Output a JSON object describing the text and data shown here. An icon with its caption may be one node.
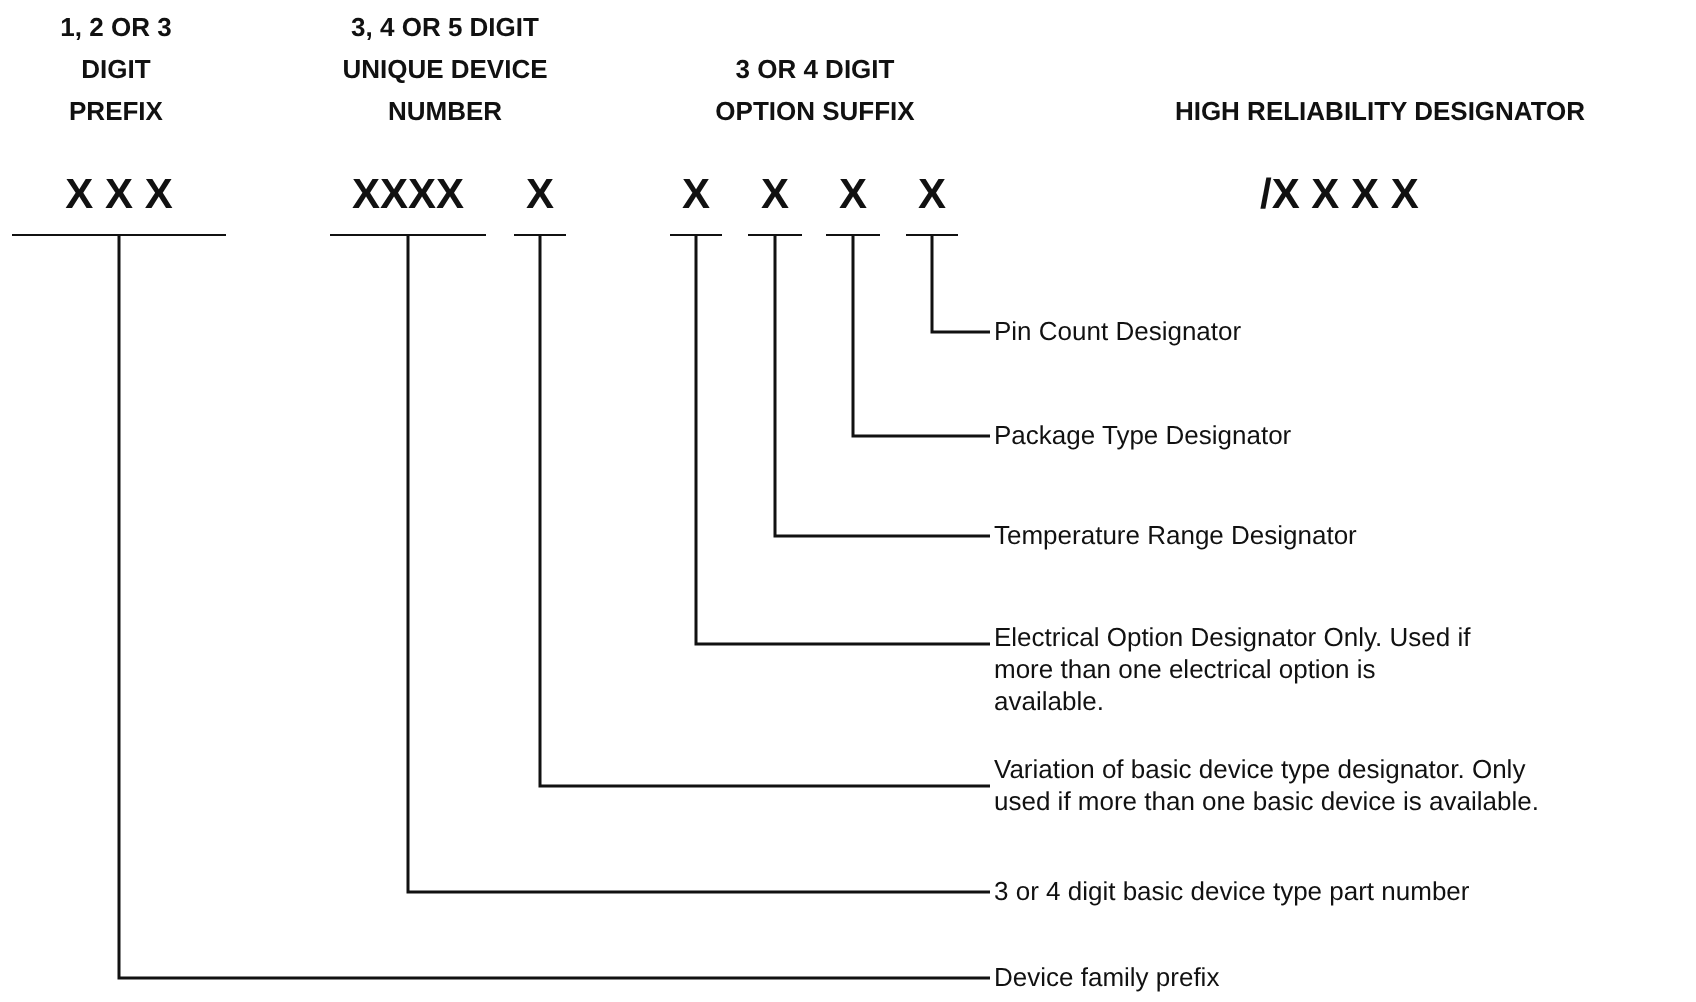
{
  "diagram": {
    "nodes": [
      {
        "text": [
          "X X X"
        ]
      },
      {
        "text": [
          "XXXX"
        ]
      },
      {
        "text": [
          "X"
        ]
      },
      {
        "text": [
          "X"
        ]
      },
      {
        "text": [
          "X"
        ]
      },
      {
        "text": [
          "X"
        ]
      },
      {
        "text": [
          "X"
        ]
      },
      {
        "text": [
          "Pin Count Designator"
        ]
      },
      {
        "text": [
          "Package Type Designator"
        ]
      },
      {
        "text": [
          "Temperature Range Designator"
        ]
      },
      {
        "text": [
          "Electrical Option Designator Only. Used if more than one electrical option is available."
        ]
      },
      {
        "text": [
          "Variation of basic device type designator. Only used if more than one basic device is available."
        ]
      },
      {
        "text": [
          "3 or 4 digit basic device type part number"
        ]
      },
      {
        "text": [
          "Device family prefix"
        ]
      }
    ],
    "edges": [
      {
        "from": 6,
        "to": 7,
        "arrow": "none"
      },
      {
        "from": 5,
        "to": 8,
        "arrow": "none"
      },
      {
        "from": 4,
        "to": 9,
        "arrow": "none"
      },
      {
        "from": 3,
        "to": 10,
        "arrow": "none"
      },
      {
        "from": 2,
        "to": 11,
        "arrow": "none"
      },
      {
        "from": 1,
        "to": 12,
        "arrow": "none"
      },
      {
        "from": 0,
        "to": 13,
        "arrow": "none"
      }
    ],
    "labels": [
      "1, 2 OR 3 DIGIT PREFIX",
      "3, 4 OR 5 DIGIT UNIQUE DEVICE NUMBER",
      "3 OR 4 DIGIT OPTION SUFFIX",
      "HIGH RELIABILITY DESIGNATOR",
      "/X X X X"
    ]
  }
}
